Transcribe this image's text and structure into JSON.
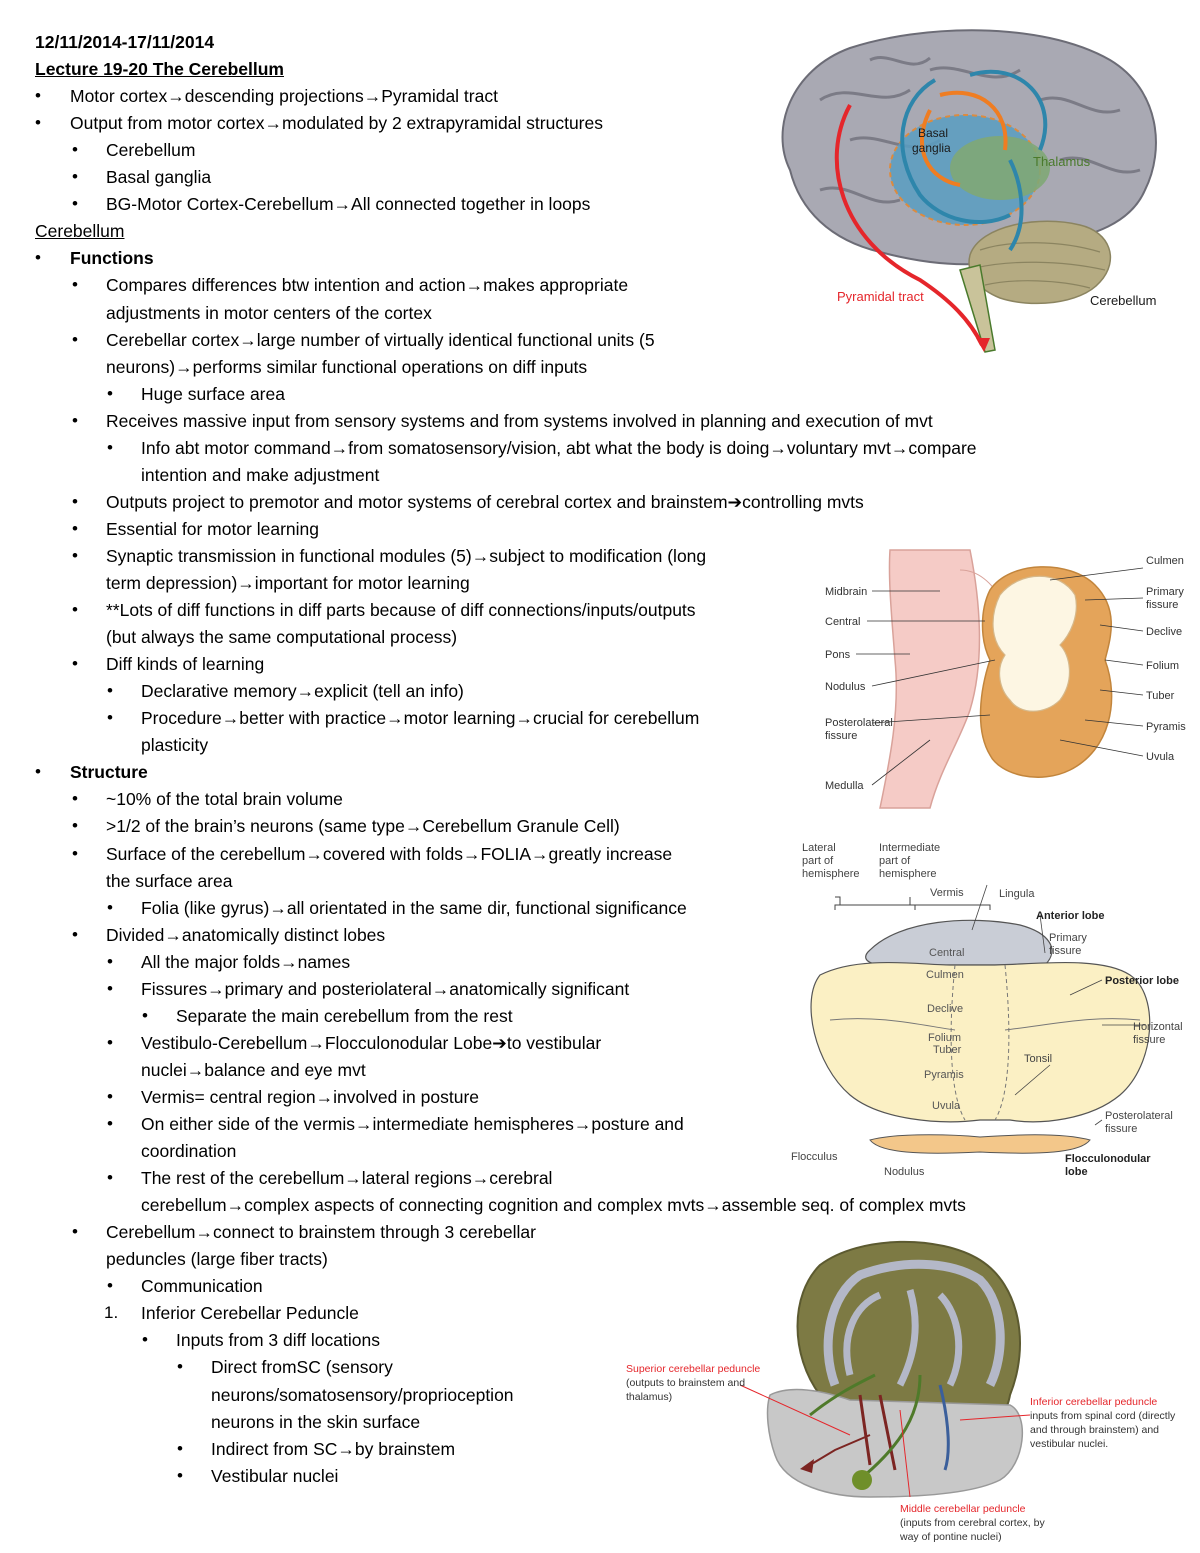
{
  "notes": [
    {
      "t": "12/11/2014-17/11/2014",
      "i": 0,
      "bold": true,
      "b": ""
    },
    {
      "t": "Lecture 19-20 The Cerebellum",
      "i": 0,
      "bold": true,
      "u": true,
      "b": ""
    },
    {
      "t": "Motor cortex→descending projections→Pyramidal tract",
      "i": 1,
      "b": "•"
    },
    {
      "t": "Output from motor cortex→modulated by 2 extrapyramidal structures",
      "i": 1,
      "b": "•"
    },
    {
      "t": "Cerebellum",
      "i": 2,
      "b": "•"
    },
    {
      "t": "Basal ganglia",
      "i": 2,
      "b": "•"
    },
    {
      "t": "BG-Motor Cortex-Cerebellum→All connected together in loops",
      "i": 2,
      "b": "•"
    },
    {
      "t": "Cerebellum",
      "i": 0,
      "u": true,
      "b": ""
    },
    {
      "t": "Functions",
      "i": 1,
      "bold": true,
      "b": "•"
    },
    {
      "t": "Compares differences btw intention and action→makes appropriate",
      "i": 2,
      "b": "•"
    },
    {
      "t": "adjustments in motor centers of the cortex",
      "i": 2,
      "b": ""
    },
    {
      "t": "Cerebellar cortex→large number of virtually identical functional units (5",
      "i": 2,
      "b": "•"
    },
    {
      "t": "neurons)→performs similar functional operations on diff inputs",
      "i": 2,
      "b": ""
    },
    {
      "t": "Huge surface area",
      "i": 3,
      "b": "•"
    },
    {
      "t": "Receives massive input from sensory systems and from systems involved in planning and execution of mvt",
      "i": 2,
      "b": "•"
    },
    {
      "t": "Info abt motor command→from somatosensory/vision, abt what the body is doing→voluntary mvt→compare",
      "i": 3,
      "b": "•"
    },
    {
      "t": "intention and make adjustment",
      "i": 3,
      "b": ""
    },
    {
      "t": "Outputs project to premotor and motor systems of cerebral cortex and brainstem➔controlling mvts",
      "i": 2,
      "b": "•"
    },
    {
      "t": "Essential for motor learning",
      "i": 2,
      "b": "•"
    },
    {
      "t": "Synaptic transmission in functional modules (5)→subject to modification (long",
      "i": 2,
      "b": "•"
    },
    {
      "t": "term depression)→important for motor learning",
      "i": 2,
      "b": ""
    },
    {
      "t": "**Lots of diff functions in diff parts because of diff connections/inputs/outputs",
      "i": 2,
      "b": "•"
    },
    {
      "t": "(but always the same computational process)",
      "i": 2,
      "b": ""
    },
    {
      "t": "Diff kinds of learning",
      "i": 2,
      "b": "•"
    },
    {
      "t": "Declarative memory→explicit (tell an info)",
      "i": 3,
      "b": "•"
    },
    {
      "t": "Procedure→better with practice→motor learning→crucial for cerebellum",
      "i": 3,
      "b": "•"
    },
    {
      "t": "plasticity",
      "i": 3,
      "b": ""
    },
    {
      "t": "Structure",
      "i": 1,
      "bold": true,
      "b": "•"
    },
    {
      "t": "~10% of the total brain volume",
      "i": 2,
      "b": "•"
    },
    {
      "t": ">1/2 of the brain’s neurons (same type→Cerebellum Granule Cell)",
      "i": 2,
      "b": "•"
    },
    {
      "t": "Surface of the cerebellum→covered with folds→FOLIA→greatly increase",
      "i": 2,
      "b": "•"
    },
    {
      "t": "the surface area",
      "i": 2,
      "b": ""
    },
    {
      "t": "Folia (like gyrus)→all orientated in the same dir, functional significance",
      "i": 3,
      "b": "•"
    },
    {
      "t": "Divided→anatomically distinct lobes",
      "i": 2,
      "b": "•"
    },
    {
      "t": "All the major folds→names",
      "i": 3,
      "b": "•"
    },
    {
      "t": "Fissures→primary and posteriolateral→anatomically significant",
      "i": 3,
      "b": "•"
    },
    {
      "t": "Separate the main cerebellum from the rest",
      "i": 4,
      "b": "•"
    },
    {
      "t": "Vestibulo-Cerebellum→Flocculonodular Lobe➔to vestibular",
      "i": 3,
      "b": "•"
    },
    {
      "t": "nuclei→balance and eye mvt",
      "i": 3,
      "b": ""
    },
    {
      "t": "Vermis= central region→involved in posture",
      "i": 3,
      "b": "•"
    },
    {
      "t": "On either side of the vermis→intermediate hemispheres→posture and",
      "i": 3,
      "b": "•"
    },
    {
      "t": "coordination",
      "i": 3,
      "b": ""
    },
    {
      "t": "The rest of the cerebellum→lateral regions→cerebral",
      "i": 3,
      "b": "•"
    },
    {
      "t": "cerebellum→complex aspects of connecting cognition and complex mvts→assemble seq. of complex mvts",
      "i": 3,
      "b": ""
    },
    {
      "t": "Cerebellum→connect to brainstem through 3 cerebellar",
      "i": 2,
      "b": "•"
    },
    {
      "t": "peduncles (large fiber tracts)",
      "i": 2,
      "b": ""
    },
    {
      "t": "Communication",
      "i": 3,
      "b": "•"
    },
    {
      "t": "Inferior Cerebellar Peduncle",
      "i": 3,
      "b": "1."
    },
    {
      "t": "Inputs from 3 diff locations",
      "i": 4,
      "b": "•"
    },
    {
      "t": "Direct fromSC (sensory",
      "i": 5,
      "b": "•"
    },
    {
      "t": "neurons/somatosensory/proprioception",
      "i": 5,
      "b": ""
    },
    {
      "t": "neurons in the skin surface",
      "i": 5,
      "b": ""
    },
    {
      "t": "Indirect from SC→by brainstem",
      "i": 5,
      "b": "•"
    },
    {
      "t": "Vestibular nuclei",
      "i": 5,
      "b": "•"
    }
  ],
  "fig1": {
    "basal_ganglia_1": "Basal",
    "basal_ganglia_2": "ganglia",
    "thalamus": "Thalamus",
    "pyramidal_tract": "Pyramidal tract",
    "cerebellum": "Cerebellum",
    "color_red": "#e5262b",
    "color_blue": "#2e86ab",
    "color_orange": "#ef7d22",
    "color_green": "#4a7a2c"
  },
  "fig2": {
    "midbrain": "Midbrain",
    "central": "Central",
    "pons": "Pons",
    "nodulus": "Nodulus",
    "posterolateral_1": "Posterolateral",
    "posterolateral_2": "fissure",
    "medulla": "Medulla",
    "culmen": "Culmen",
    "primary_1": "Primary",
    "primary_2": "fissure",
    "declive": "Declive",
    "folium": "Folium",
    "tuber": "Tuber",
    "pyramis": "Pyramis",
    "uvula": "Uvula"
  },
  "fig3": {
    "lateral_1": "Lateral",
    "lateral_2": "part of",
    "lateral_3": "hemisphere",
    "inter_1": "Intermediate",
    "inter_2": "part of",
    "inter_3": "hemisphere",
    "vermis": "Vermis",
    "lingula": "Lingula",
    "anterior_lobe": "Anterior lobe",
    "primary_1": "Primary",
    "primary_2": "fissure",
    "posterior_lobe": "Posterior lobe",
    "horizontal_1": "Horizontal",
    "horizontal_2": "fissure",
    "tonsil": "Tonsil",
    "posterolateral_1": "Posterolateral",
    "posterolateral_2": "fissure",
    "flocculus": "Flocculus",
    "nodulus": "Nodulus",
    "floccnod_1": "Flocculonodular",
    "floccnod_2": "lobe",
    "central": "Central",
    "culmen": "Culmen",
    "declive": "Declive",
    "folium": "Folium",
    "tuber": "Tuber",
    "pyramis": "Pyramis",
    "uvula": "Uvula"
  },
  "fig4": {
    "sup_1": "Superior cerebellar peduncle",
    "sup_2": "(outputs to brainstem and",
    "sup_3": "thalamus)",
    "inf_1": "Inferior cerebellar peduncle",
    "inf_2": "inputs from spinal cord (directly",
    "inf_3": "and through brainstem) and",
    "inf_4": "vestibular nuclei.",
    "mid_1": "Middle cerebellar peduncle",
    "mid_2": "(inputs from cerebral cortex, by",
    "mid_3": "way of pontine nuclei)"
  }
}
